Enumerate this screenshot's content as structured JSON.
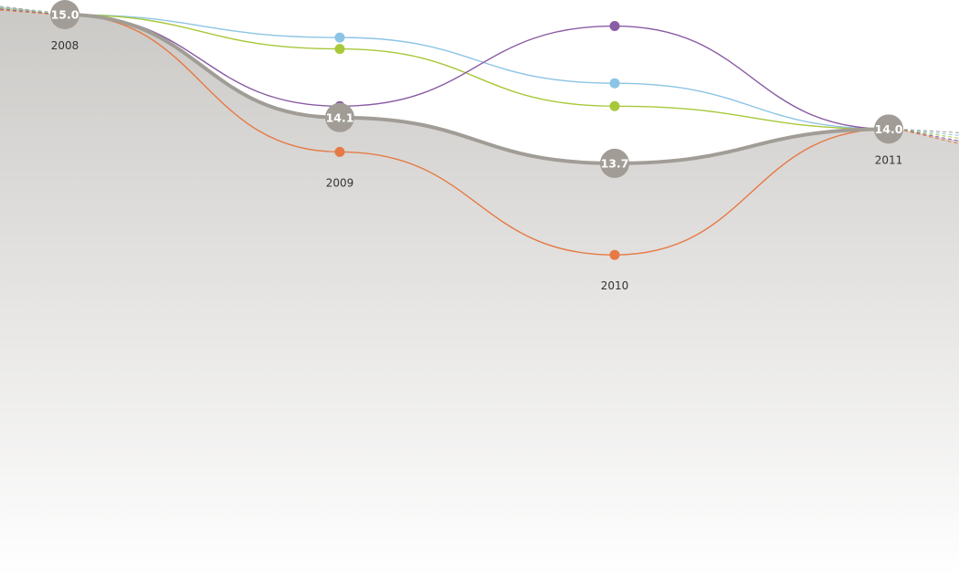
{
  "chart_data": {
    "type": "line",
    "title": "",
    "xlabel": "",
    "ylabel": "",
    "categories": [
      "2008",
      "2009",
      "2010",
      "2011"
    ],
    "main_series": {
      "values": [
        15.0,
        14.1,
        13.7,
        14.0
      ],
      "value_labels": [
        "15.0",
        "14.1",
        "13.7",
        "14.0"
      ],
      "color": "#a19d96"
    },
    "series": [
      {
        "values": [
          15.0,
          14.8,
          14.4,
          14.0
        ],
        "color": "#8cc4e6"
      },
      {
        "values": [
          15.0,
          14.7,
          14.2,
          14.0
        ],
        "color": "#a8c83a"
      },
      {
        "values": [
          15.0,
          14.2,
          14.9,
          14.0
        ],
        "color": "#8a5ca3"
      },
      {
        "values": [
          15.0,
          13.8,
          12.9,
          14.0
        ],
        "color": "#e67a45"
      }
    ],
    "ylim": [
      10.5,
      15.0
    ],
    "area_fill": true,
    "legend": "none",
    "grid": false,
    "colors": {
      "area_top": "#cbc9c6",
      "area_bottom": "#ffffff",
      "point_label_text": "#ffffff"
    }
  }
}
